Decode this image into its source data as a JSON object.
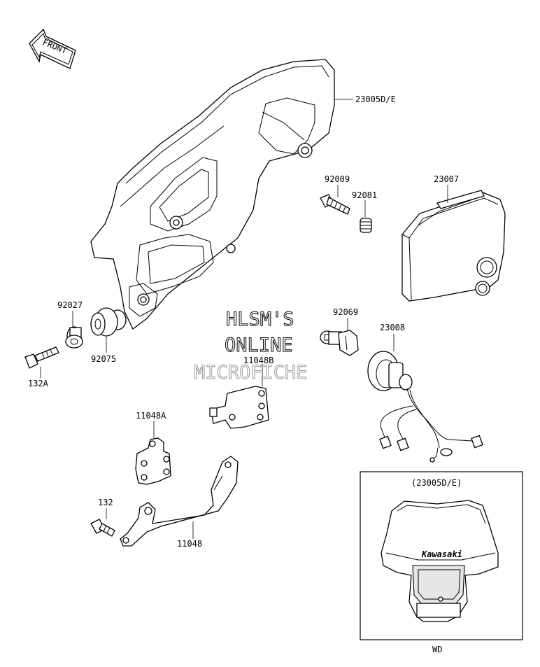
{
  "front_arrow": {
    "label": "FRONT"
  },
  "watermark": {
    "line1": "HLSM'S",
    "line2": "ONLINE",
    "line3": "MICROFICHE"
  },
  "parts": [
    {
      "id": "p-23005",
      "number": "23005D/E"
    },
    {
      "id": "p-92009",
      "number": "92009"
    },
    {
      "id": "p-92081",
      "number": "92081"
    },
    {
      "id": "p-23007",
      "number": "23007"
    },
    {
      "id": "p-92027",
      "number": "92027"
    },
    {
      "id": "p-92075",
      "number": "92075"
    },
    {
      "id": "p-132a",
      "number": "132A"
    },
    {
      "id": "p-92069",
      "number": "92069"
    },
    {
      "id": "p-23008",
      "number": "23008"
    },
    {
      "id": "p-11048b",
      "number": "11048B"
    },
    {
      "id": "p-11048a",
      "number": "11048A"
    },
    {
      "id": "p-132",
      "number": "132"
    },
    {
      "id": "p-11048",
      "number": "11048"
    }
  ],
  "inset": {
    "title": "(23005D/E)",
    "brand": "Kawasaki",
    "model": "WD"
  }
}
